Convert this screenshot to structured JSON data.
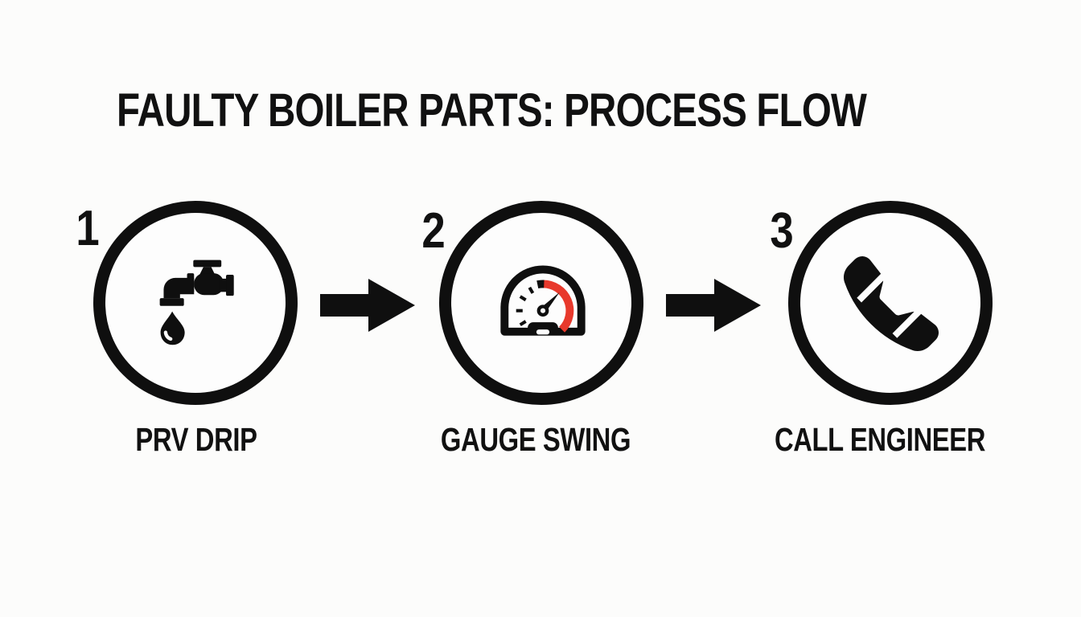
{
  "title": "FAULTY BOILER PARTS: PROCESS FLOW",
  "colors": {
    "ink": "#0f0f0f",
    "accent_red": "#e8392c",
    "background": "#fcfcfb"
  },
  "steps": [
    {
      "number": "1",
      "label": "PRV DRIP",
      "icon": "leaking-valve-icon"
    },
    {
      "number": "2",
      "label": "GAUGE SWING",
      "icon": "pressure-gauge-icon"
    },
    {
      "number": "3",
      "label": "CALL ENGINEER",
      "icon": "phone-handset-icon"
    }
  ],
  "connectors": [
    {
      "icon": "arrow-right-icon"
    },
    {
      "icon": "arrow-right-icon"
    }
  ]
}
